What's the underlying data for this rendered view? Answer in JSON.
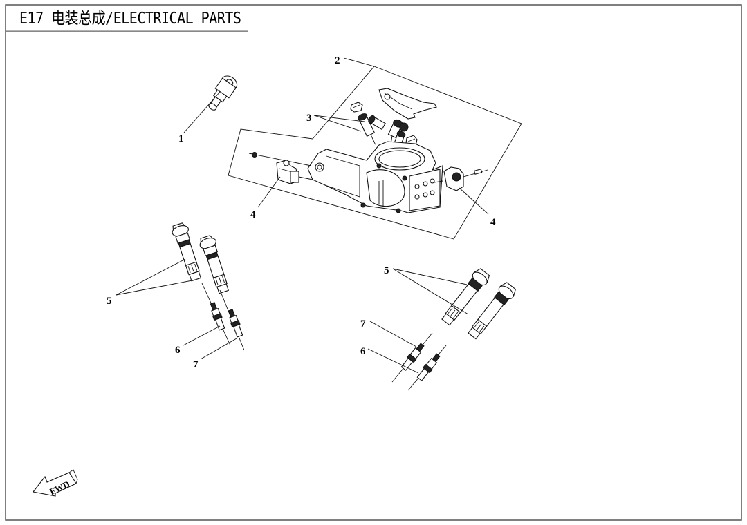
{
  "title": {
    "code": "E17",
    "text": "E17 电装总成/ELECTRICAL PARTS",
    "name_zh": "电装总成",
    "name_en": "ELECTRICAL PARTS"
  },
  "callouts": [
    {
      "id": "1",
      "label": "1",
      "part": "injector-sensor"
    },
    {
      "id": "2",
      "label": "2",
      "part": "throttle-body-assembly"
    },
    {
      "id": "3",
      "label": "3",
      "part": "fuel-injectors"
    },
    {
      "id": "4a",
      "label": "4",
      "part": "throttle-position-sensor-left"
    },
    {
      "id": "4b",
      "label": "4",
      "part": "throttle-position-sensor-right"
    },
    {
      "id": "5a",
      "label": "5",
      "part": "ignition-coils-left"
    },
    {
      "id": "5b",
      "label": "5",
      "part": "ignition-coils-right"
    },
    {
      "id": "6a",
      "label": "6",
      "part": "spark-plug-left"
    },
    {
      "id": "6b",
      "label": "6",
      "part": "spark-plug-right"
    },
    {
      "id": "7a",
      "label": "7",
      "part": "spark-plug-left-2"
    },
    {
      "id": "7b",
      "label": "7",
      "part": "spark-plug-right-2"
    }
  ],
  "direction_indicator": {
    "label": "FWD",
    "icon": "arrow-down-left"
  },
  "colors": {
    "line": "#111111",
    "border": "#555555",
    "background": "#ffffff"
  }
}
